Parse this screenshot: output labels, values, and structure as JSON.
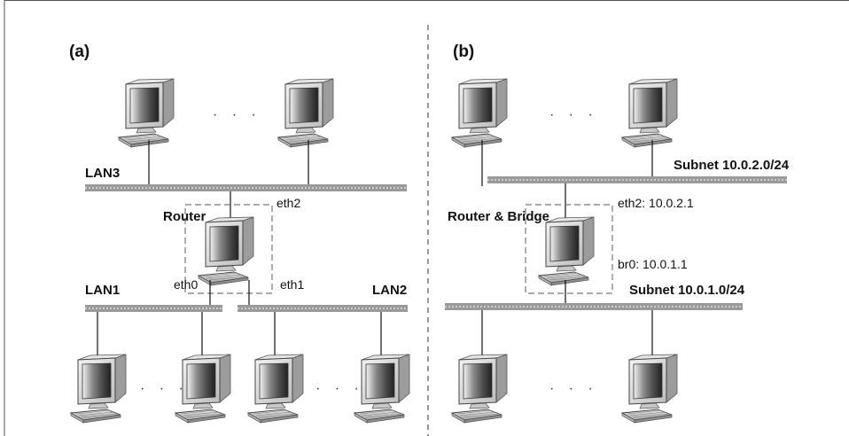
{
  "panels": {
    "a": {
      "label": "(a)",
      "lan3": "LAN3",
      "lan1": "LAN1",
      "lan2": "LAN2",
      "router": "Router",
      "eth0": "eth0",
      "eth1": "eth1",
      "eth2": "eth2",
      "ellipsis_top": "· · ·",
      "ellipsis_bottom_left": "· · ·",
      "ellipsis_bottom_right": "· · ·"
    },
    "b": {
      "label": "(b)",
      "subnet_top": "Subnet 10.0.2.0/24",
      "subnet_bottom": "Subnet 10.0.1.0/24",
      "router_bridge": "Router & Bridge",
      "eth2": "eth2: 10.0.2.1",
      "br0": "br0: 10.0.1.1",
      "ellipsis_top": "· · ·",
      "ellipsis_bottom": "· · ·"
    }
  },
  "colors": {
    "border": "#555555",
    "bus_fill": "#9a9a9a",
    "bus_dash": "#ffffff",
    "divider": "#9a9a9a",
    "router_box": "#777777",
    "wire": "#111111"
  }
}
